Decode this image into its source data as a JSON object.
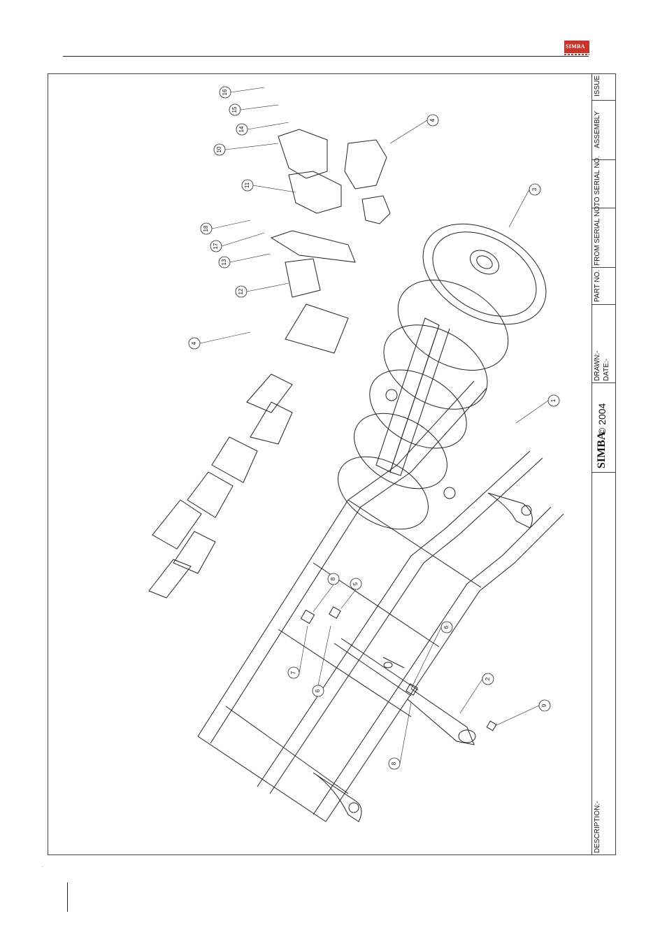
{
  "brand": {
    "logo_text": "SIMBA"
  },
  "title_block": {
    "issue_label": "ISSUE",
    "assembly_label": "ASSEMBLY",
    "to_serial_label": "TO SERIAL NO.",
    "from_serial_label": "FROM SERIAL NO.",
    "part_no_label": "PART NO.",
    "drawn_label": "DRAWN:-",
    "date_label": "DATE:-",
    "copyright_text": "© 2004",
    "brand_text": "SIMBA",
    "description_label": "DESCRIPTION:-"
  },
  "callouts": [
    "16",
    "15",
    "14",
    "10",
    "11",
    "18",
    "17",
    "13",
    "12",
    "4",
    "4",
    "3",
    "1",
    "8",
    "5",
    "7",
    "6",
    "6",
    "2",
    "9",
    "8"
  ],
  "page_mark": "."
}
